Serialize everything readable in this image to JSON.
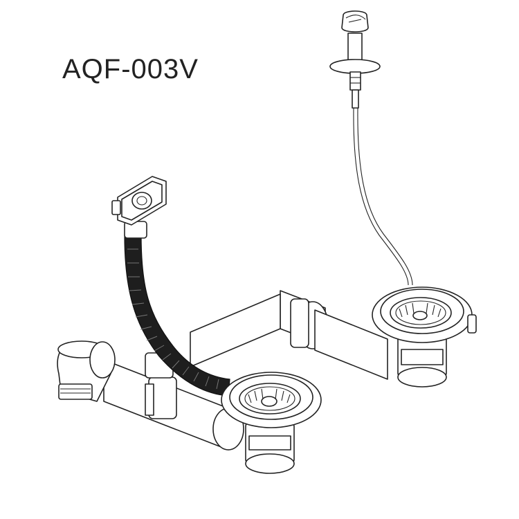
{
  "product": {
    "model_code": "AQF-003V"
  },
  "colors": {
    "line": "#222222",
    "background": "#ffffff",
    "hose": "#1e1e1e"
  },
  "parts": [
    "overflow-cover",
    "corrugated-overflow-hose",
    "pop-up-knob",
    "control-cable",
    "left-basket-strainer",
    "right-basket-strainer",
    "connecting-pipe",
    "elbow-outlet"
  ]
}
